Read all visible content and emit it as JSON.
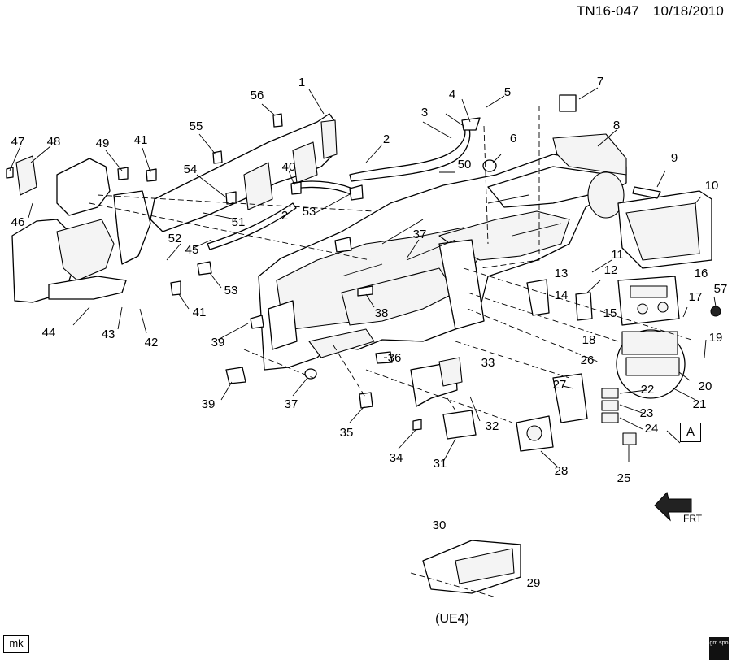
{
  "header": {
    "diagram_id": "TN16-047",
    "date": "10/18/2010"
  },
  "variant_label": "(UE4)",
  "detail_label": "A",
  "stamp": "mk",
  "logo_text": "gm spo",
  "direction_label": "FRT",
  "callouts": [
    {
      "id": "c1",
      "label": "1"
    },
    {
      "id": "c2a",
      "label": "2"
    },
    {
      "id": "c2b",
      "label": "2"
    },
    {
      "id": "c3",
      "label": "3"
    },
    {
      "id": "c4",
      "label": "4"
    },
    {
      "id": "c5",
      "label": "5"
    },
    {
      "id": "c6",
      "label": "6"
    },
    {
      "id": "c7",
      "label": "7"
    },
    {
      "id": "c8",
      "label": "8"
    },
    {
      "id": "c9",
      "label": "9"
    },
    {
      "id": "c10",
      "label": "10"
    },
    {
      "id": "c11",
      "label": "11"
    },
    {
      "id": "c12",
      "label": "12"
    },
    {
      "id": "c13",
      "label": "13"
    },
    {
      "id": "c14",
      "label": "14"
    },
    {
      "id": "c15",
      "label": "15"
    },
    {
      "id": "c16",
      "label": "16"
    },
    {
      "id": "c17",
      "label": "17"
    },
    {
      "id": "c18",
      "label": "18"
    },
    {
      "id": "c19",
      "label": "19"
    },
    {
      "id": "c20",
      "label": "20"
    },
    {
      "id": "c21",
      "label": "21"
    },
    {
      "id": "c22",
      "label": "22"
    },
    {
      "id": "c23",
      "label": "23"
    },
    {
      "id": "c24",
      "label": "24"
    },
    {
      "id": "c25",
      "label": "25"
    },
    {
      "id": "c26",
      "label": "26"
    },
    {
      "id": "c27",
      "label": "27"
    },
    {
      "id": "c28",
      "label": "28"
    },
    {
      "id": "c29",
      "label": "29"
    },
    {
      "id": "c30",
      "label": "30"
    },
    {
      "id": "c31",
      "label": "31"
    },
    {
      "id": "c32",
      "label": "32"
    },
    {
      "id": "c33",
      "label": "33"
    },
    {
      "id": "c34",
      "label": "34"
    },
    {
      "id": "c35",
      "label": "35"
    },
    {
      "id": "c36",
      "label": "36"
    },
    {
      "id": "c37a",
      "label": "37"
    },
    {
      "id": "c37b",
      "label": "37"
    },
    {
      "id": "c38",
      "label": "38"
    },
    {
      "id": "c39a",
      "label": "39"
    },
    {
      "id": "c39b",
      "label": "39"
    },
    {
      "id": "c40",
      "label": "40"
    },
    {
      "id": "c41a",
      "label": "41"
    },
    {
      "id": "c41b",
      "label": "41"
    },
    {
      "id": "c42",
      "label": "42"
    },
    {
      "id": "c43",
      "label": "43"
    },
    {
      "id": "c44",
      "label": "44"
    },
    {
      "id": "c45",
      "label": "45"
    },
    {
      "id": "c46",
      "label": "46"
    },
    {
      "id": "c47",
      "label": "47"
    },
    {
      "id": "c48",
      "label": "48"
    },
    {
      "id": "c49",
      "label": "49"
    },
    {
      "id": "c50",
      "label": "50"
    },
    {
      "id": "c51",
      "label": "51"
    },
    {
      "id": "c52",
      "label": "52"
    },
    {
      "id": "c53a",
      "label": "53"
    },
    {
      "id": "c53b",
      "label": "53"
    },
    {
      "id": "c54",
      "label": "54"
    },
    {
      "id": "c55",
      "label": "55"
    },
    {
      "id": "c56",
      "label": "56"
    },
    {
      "id": "c57",
      "label": "57"
    }
  ]
}
